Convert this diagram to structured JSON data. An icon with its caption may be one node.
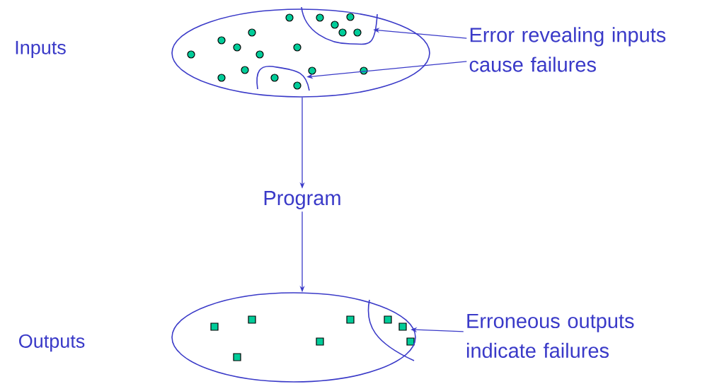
{
  "diagram": {
    "nodes": [
      {
        "text": [],
        "shape": "ellipse"
      },
      {
        "text": [],
        "shape": "region",
        "in": 0
      },
      {
        "text": [],
        "shape": "region",
        "in": 0
      },
      {
        "text": [
          "Error revealing inputs cause failures"
        ]
      },
      {
        "text": [
          "Program"
        ]
      },
      {
        "text": [],
        "shape": "ellipse"
      },
      {
        "text": [],
        "shape": "region",
        "in": 5
      },
      {
        "text": [
          "Erroneous outputs indicate failures"
        ]
      }
    ],
    "edges": [
      {
        "from": 3,
        "to": 1,
        "arrow": "to"
      },
      {
        "from": 3,
        "to": 2,
        "arrow": "to"
      },
      {
        "from": 0,
        "to": 4,
        "arrow": "to"
      },
      {
        "from": 4,
        "to": 5,
        "arrow": "to"
      },
      {
        "from": 7,
        "to": 6,
        "arrow": "to"
      }
    ],
    "labels": [
      "Inputs",
      "Outputs"
    ]
  }
}
